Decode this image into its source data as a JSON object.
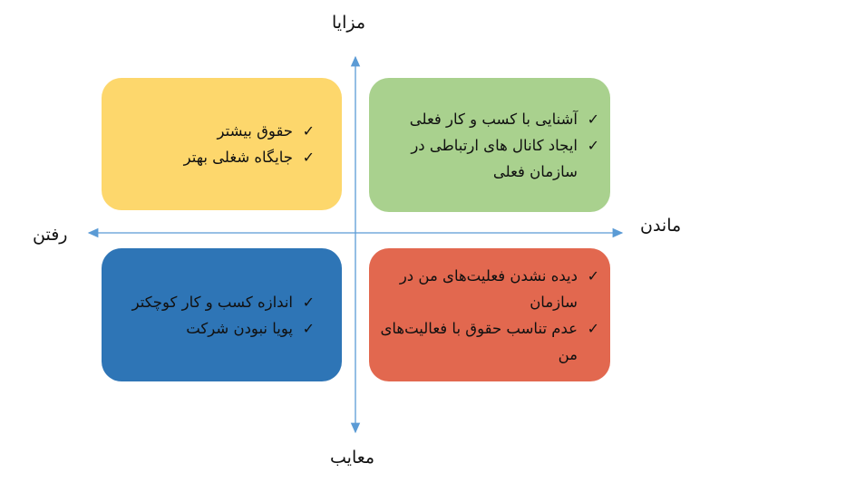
{
  "axes": {
    "top": "مزایا",
    "bottom": "معایب",
    "left": "رفتن",
    "right": "ماندن",
    "color": "#5B9BD5"
  },
  "quadrants": {
    "top_left": {
      "color": "#FDD76C",
      "items": [
        "حقوق بیشتر",
        "جایگاه شغلی بهتر"
      ]
    },
    "top_right": {
      "color": "#A9D18E",
      "items": [
        "آشنایی با کسب و کار فعلی",
        "ایجاد کانال های ارتباطی در سازمان فعلی"
      ]
    },
    "bottom_left": {
      "color": "#2E75B6",
      "items": [
        "اندازه کسب و کار کوچکتر",
        "پویا نبودن شرکت"
      ]
    },
    "bottom_right": {
      "color": "#E2684F",
      "items": [
        "دیده نشدن فعلیت‌های من در سازمان",
        "عدم تناسب حقوق با فعالیت‌های من"
      ]
    }
  },
  "check_icon": "✓"
}
